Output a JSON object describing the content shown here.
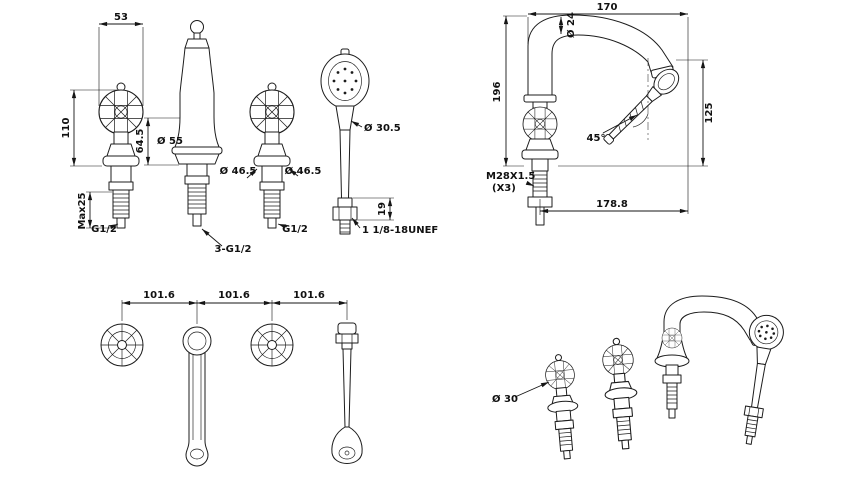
{
  "colors": {
    "line": "#1c1c1c",
    "background": "#ffffff"
  },
  "front": {
    "d53": "53",
    "d110": "110",
    "max25": "Max25",
    "d64_5": "64.5",
    "dia55": "Ø 55",
    "dia46_5a": "Ø 46.5",
    "dia46_5b": "Ø 46.5",
    "dia30_5": "Ø 30.5",
    "d19": "19",
    "g12a": "G1/2",
    "g3_12": "3-G1/2",
    "g12b": "G1/2",
    "unef": "1 1/8-18UNEF"
  },
  "side": {
    "d170": "170",
    "dia24": "Ø 24",
    "d196": "196",
    "d125": "125",
    "a45": "45°",
    "m28": "M28X1.5",
    "x3": "(X3)",
    "d178_8": "178.8"
  },
  "plan": {
    "s1": "101.6",
    "s2": "101.6",
    "s3": "101.6"
  },
  "iso": {
    "dia30": "Ø 30"
  }
}
